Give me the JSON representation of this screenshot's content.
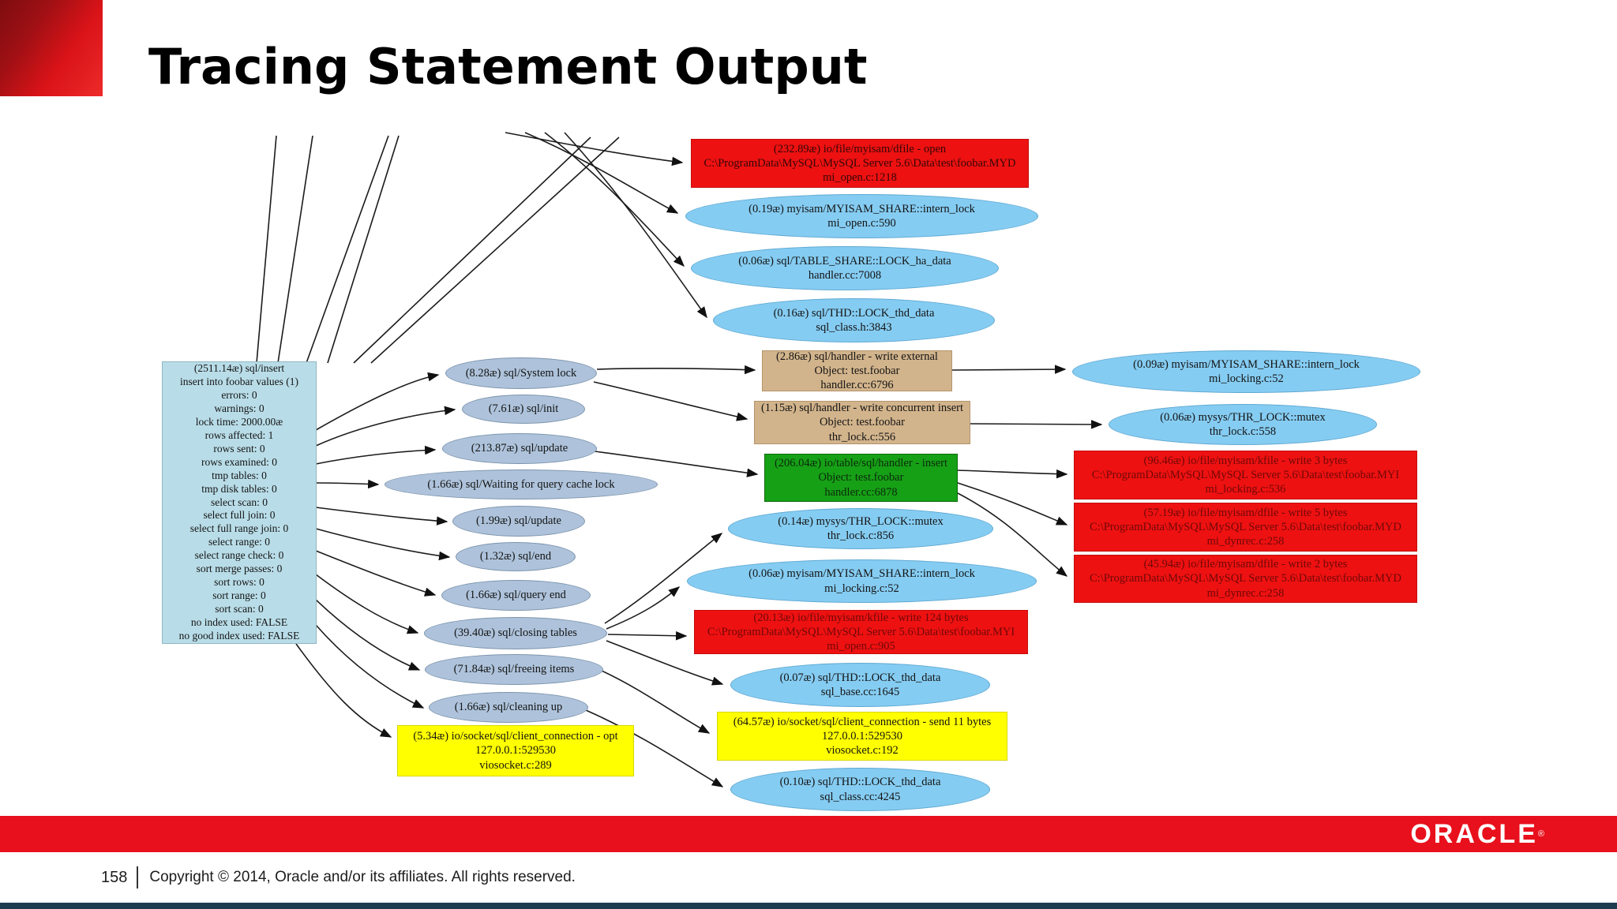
{
  "slide": {
    "title": "Tracing Statement Output",
    "footer": {
      "page_number": "158",
      "copyright": "Copyright © 2014, Oracle and/or its affiliates. All rights reserved."
    },
    "brand": {
      "wordmark": "ORACLE",
      "registered_mark": "®"
    }
  },
  "colors": {
    "slide_red_bar": "#e8101c",
    "logo_red_dark": "#7e0c10",
    "logo_red_bright": "#ee2a2a",
    "node_red": "#ee1111",
    "node_yellow": "#ffff00",
    "node_green": "#16a016",
    "node_tan": "#d2b48c",
    "root_box_blue": "#b9dde8",
    "stage_ellipse_blue": "#aec3db",
    "wait_ellipse_blue": "#85ccf2",
    "bottom_strip_teal": "#1e3c50"
  },
  "diagram": {
    "root": {
      "lines": [
        "(2511.14æ) sql/insert",
        "insert into foobar values (1)",
        "errors: 0",
        "warnings: 0",
        "lock time: 2000.00æ",
        "rows affected: 1",
        "rows sent: 0",
        "rows examined: 0",
        "tmp tables: 0",
        "tmp disk tables: 0",
        "select scan: 0",
        "select full join: 0",
        "select full range join: 0",
        "select range: 0",
        "select range check: 0",
        "sort merge passes: 0",
        "sort rows: 0",
        "sort range: 0",
        "sort scan: 0",
        "no index used: FALSE",
        "no good index used: FALSE"
      ]
    },
    "stages": [
      "(8.28æ) sql/System lock",
      "(7.61æ) sql/init",
      "(213.87æ) sql/update",
      "(1.66æ) sql/Waiting for query cache lock",
      "(1.99æ) sql/update",
      "(1.32æ) sql/end",
      "(1.66æ) sql/query end",
      "(39.40æ) sql/closing tables",
      "(71.84æ) sql/freeing items",
      "(1.66æ) sql/cleaning up"
    ],
    "client_opt_box": {
      "lines": [
        "(5.34æ) io/socket/sql/client_connection - opt",
        "127.0.0.1:529530",
        "viosocket.c:289"
      ]
    },
    "open_file_box": {
      "lines": [
        "(232.89æ) io/file/myisam/dfile - open",
        "C:\\ProgramData\\MySQL\\MySQL Server 5.6\\Data\\test\\foobar.MYD",
        "mi_open.c:1218"
      ]
    },
    "open_intern_lock": {
      "lines": [
        "(0.19æ) myisam/MYISAM_SHARE::intern_lock",
        "mi_open.c:590"
      ]
    },
    "table_share_lock": {
      "lines": [
        "(0.06æ) sql/TABLE_SHARE::LOCK_ha_data",
        "handler.cc:7008"
      ]
    },
    "thd_lock_open": {
      "lines": [
        "(0.16æ) sql/THD::LOCK_thd_data",
        "sql_class.h:3843"
      ]
    },
    "write_external_box": {
      "lines": [
        "(2.86æ) sql/handler - write external",
        "Object: test.foobar",
        "handler.cc:6796"
      ]
    },
    "write_concurrent_box": {
      "lines": [
        "(1.15æ) sql/handler - write concurrent insert",
        "Object: test.foobar",
        "thr_lock.c:556"
      ]
    },
    "insert_box": {
      "lines": [
        "(206.04æ) io/table/sql/handler - insert",
        "Object: test.foobar",
        "handler.cc:6878"
      ]
    },
    "intern_lock_right": {
      "lines": [
        "(0.09æ) myisam/MYISAM_SHARE::intern_lock",
        "mi_locking.c:52"
      ]
    },
    "thr_mutex_right": {
      "lines": [
        "(0.06æ) mysys/THR_LOCK::mutex",
        "thr_lock.c:558"
      ]
    },
    "kfile_write3_box": {
      "lines": [
        "(96.46æ) io/file/myisam/kfile - write 3 bytes",
        "C:\\ProgramData\\MySQL\\MySQL Server 5.6\\Data\\test\\foobar.MYI",
        "mi_locking.c:536"
      ]
    },
    "dfile_write5_box": {
      "lines": [
        "(57.19æ) io/file/myisam/dfile - write 5 bytes",
        "C:\\ProgramData\\MySQL\\MySQL Server 5.6\\Data\\test\\foobar.MYD",
        "mi_dynrec.c:258"
      ]
    },
    "dfile_write2_box": {
      "lines": [
        "(45.94æ) io/file/myisam/dfile - write 2 bytes",
        "C:\\ProgramData\\MySQL\\MySQL Server 5.6\\Data\\test\\foobar.MYD",
        "mi_dynrec.c:258"
      ]
    },
    "thr_mutex_mid": {
      "lines": [
        "(0.14æ) mysys/THR_LOCK::mutex",
        "thr_lock.c:856"
      ]
    },
    "intern_lock_mid": {
      "lines": [
        "(0.06æ) myisam/MYISAM_SHARE::intern_lock",
        "mi_locking.c:52"
      ]
    },
    "kfile_write124_box": {
      "lines": [
        "(20.13æ) io/file/myisam/kfile - write 124 bytes",
        "C:\\ProgramData\\MySQL\\MySQL Server 5.6\\Data\\test\\foobar.MYI",
        "mi_open.c:905"
      ]
    },
    "thd_lock_base": {
      "lines": [
        "(0.07æ) sql/THD::LOCK_thd_data",
        "sql_base.cc:1645"
      ]
    },
    "client_send_box": {
      "lines": [
        "(64.57æ) io/socket/sql/client_connection - send 11 bytes",
        "127.0.0.1:529530",
        "viosocket.c:192"
      ]
    },
    "thd_lock_class": {
      "lines": [
        "(0.10æ) sql/THD::LOCK_thd_data",
        "sql_class.cc:4245"
      ]
    }
  }
}
